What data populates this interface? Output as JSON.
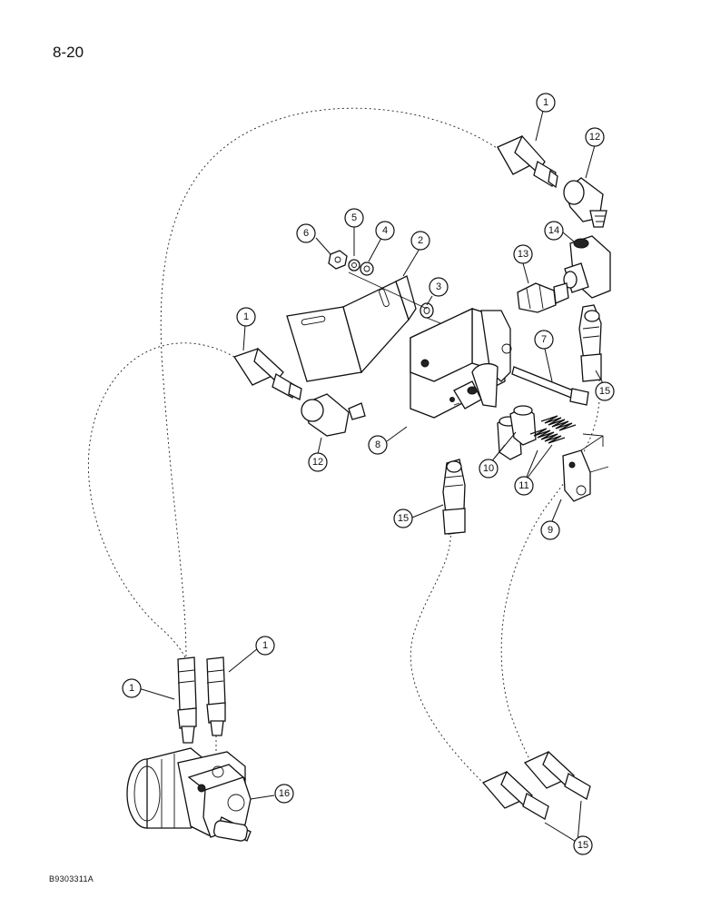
{
  "page": {
    "number": "8-20",
    "figure_code": "B9303311A"
  },
  "callouts": [
    "1",
    "12",
    "14",
    "13",
    "15",
    "2",
    "3",
    "4",
    "5",
    "6",
    "7",
    "8",
    "10",
    "11",
    "9",
    "1",
    "12",
    "15",
    "1",
    "1",
    "16",
    "15"
  ]
}
